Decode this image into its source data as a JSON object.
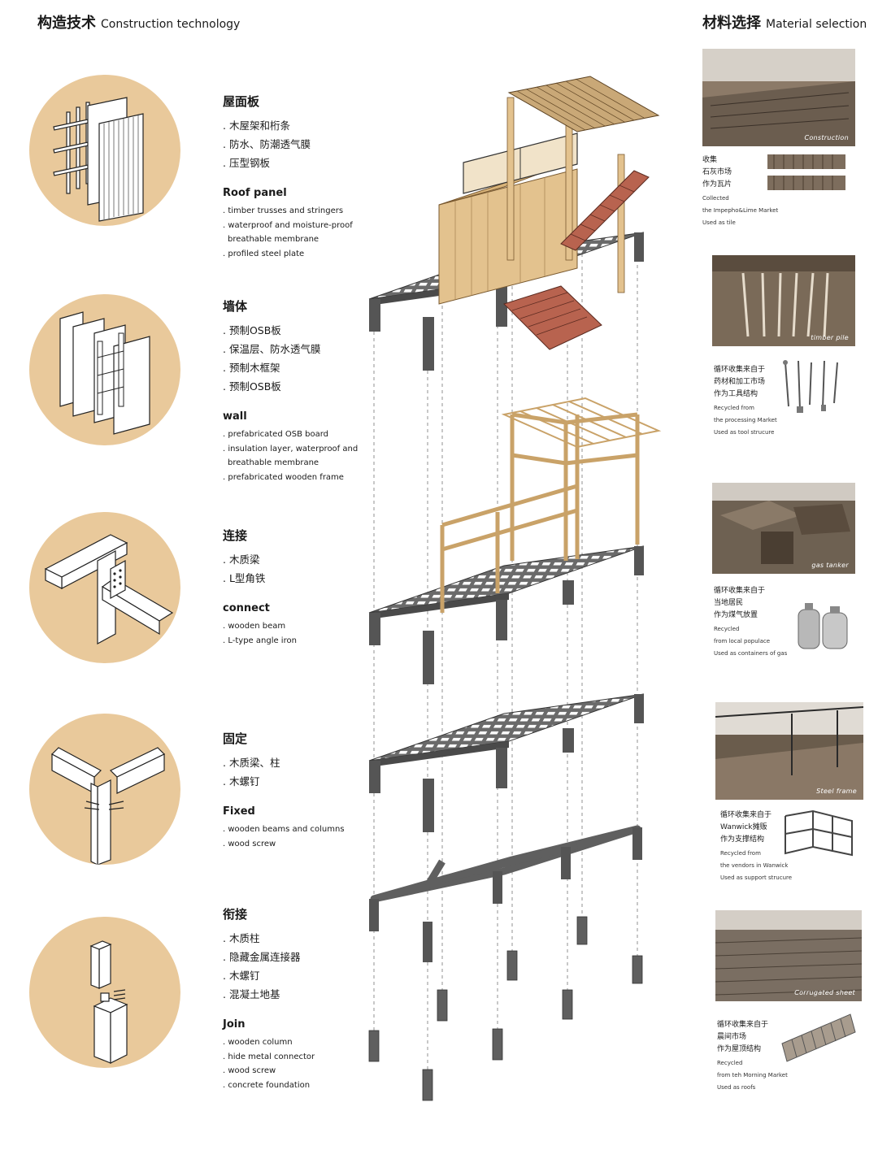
{
  "header": {
    "left_zh": "构造技术",
    "left_en": "Construction technology",
    "right_zh": "材料选择",
    "right_en": "Material selection"
  },
  "sections": [
    {
      "zh_title": "屋面板",
      "zh_items": [
        ". 木屋架和桁条",
        ". 防水、防潮透气膜",
        ". 压型钢板"
      ],
      "en_title": "Roof panel",
      "en_items": [
        ". timber trusses and stringers",
        ". waterproof and moisture-proof breathable membrane",
        ". profiled steel plate"
      ]
    },
    {
      "zh_title": "墙体",
      "zh_items": [
        ". 预制OSB板",
        ". 保温层、防水透气膜",
        ". 预制木框架",
        ". 预制OSB板"
      ],
      "en_title": "wall",
      "en_items": [
        ". prefabricated OSB board",
        ". insulation layer, waterproof and breathable membrane",
        ". prefabricated wooden frame"
      ]
    },
    {
      "zh_title": "连接",
      "zh_items": [
        ". 木质梁",
        ". L型角铁"
      ],
      "en_title": "connect",
      "en_items": [
        ". wooden beam",
        ". L-type angle iron"
      ]
    },
    {
      "zh_title": "固定",
      "zh_items": [
        ". 木质梁、柱",
        ". 木螺钉"
      ],
      "en_title": "Fixed",
      "en_items": [
        ". wooden beams and columns",
        ". wood screw"
      ]
    },
    {
      "zh_title": "衔接",
      "zh_items": [
        ". 木质柱",
        ". 隐藏金属连接器",
        ". 木螺钉",
        ". 混凝土地基"
      ],
      "en_title": "Join",
      "en_items": [
        ". wooden column",
        ". hide metal connector",
        ". wood screw",
        ". concrete foundation"
      ]
    }
  ],
  "materials": [
    {
      "caption": "Construction",
      "zh": [
        "收集",
        "石灰市场",
        "作为瓦片"
      ],
      "en": [
        "Collected",
        "the Impepho&Lime Market",
        "Used as tile"
      ]
    },
    {
      "caption": "timber pile",
      "zh": [
        "循环收集来自于",
        "药材和加工市场",
        "作为工具结构"
      ],
      "en": [
        "Recycled from",
        "the processing Market",
        "Used as tool strucure"
      ]
    },
    {
      "caption": "gas tanker",
      "zh": [
        "循环收集来自于",
        "当地居民",
        "作为煤气放置"
      ],
      "en": [
        "Recycled",
        "from local populace",
        "Used as containers of gas"
      ]
    },
    {
      "caption": "Steel frame",
      "zh": [
        "循环收集来自于",
        "Wanwick摊贩",
        "作为支撑结构"
      ],
      "en": [
        "Recycled from",
        "the vendors in Wanwick",
        "Used as support strucure"
      ]
    },
    {
      "caption": "Corrugated sheet",
      "zh": [
        "循环收集来自于",
        "晨间市场",
        "作为屋顶结构"
      ],
      "en": [
        "Recycled",
        "from teh Morning Market",
        "Used as roofs"
      ]
    }
  ],
  "icons": {
    "roof": "roof-panel-layers-icon",
    "wall": "wall-panel-layers-icon",
    "connect": "beam-connection-icon",
    "fixed": "beam-column-joint-icon",
    "join": "column-foundation-joint-icon"
  },
  "colors": {
    "circle": "#e9c99b",
    "timber": "#e3c28e",
    "concrete": "#5f5f5f",
    "stair": "#b8634f",
    "photo_sepia": "#8c7a68"
  }
}
